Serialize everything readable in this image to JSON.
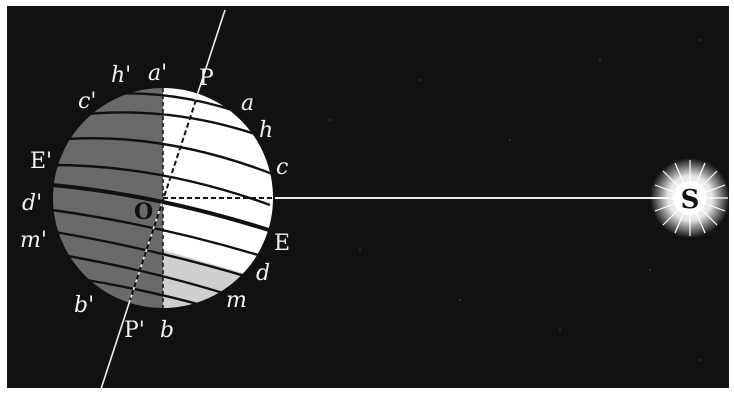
{
  "colors": {
    "background": "#111111",
    "night_side": "#6a6a6a",
    "day_side": "#ffffff",
    "twilight_wedge": "#cfcfcf",
    "circle_lines": "#111111",
    "light_ray": "#ececec",
    "sun_glow": "#ffffff"
  },
  "labels": {
    "north_pole": "P",
    "north_pole_prime": "P'",
    "south_b": "b",
    "south_b_prime": "b'",
    "equator_e": "E",
    "equator_e_prime": "E'",
    "center": "O",
    "sun": "S",
    "a": "a",
    "a_prime": "a'",
    "h": "h",
    "h_prime": "h'",
    "c": "c",
    "c_prime": "c'",
    "d": "d",
    "d_prime": "d'",
    "m": "m",
    "m_prime": "m'"
  }
}
